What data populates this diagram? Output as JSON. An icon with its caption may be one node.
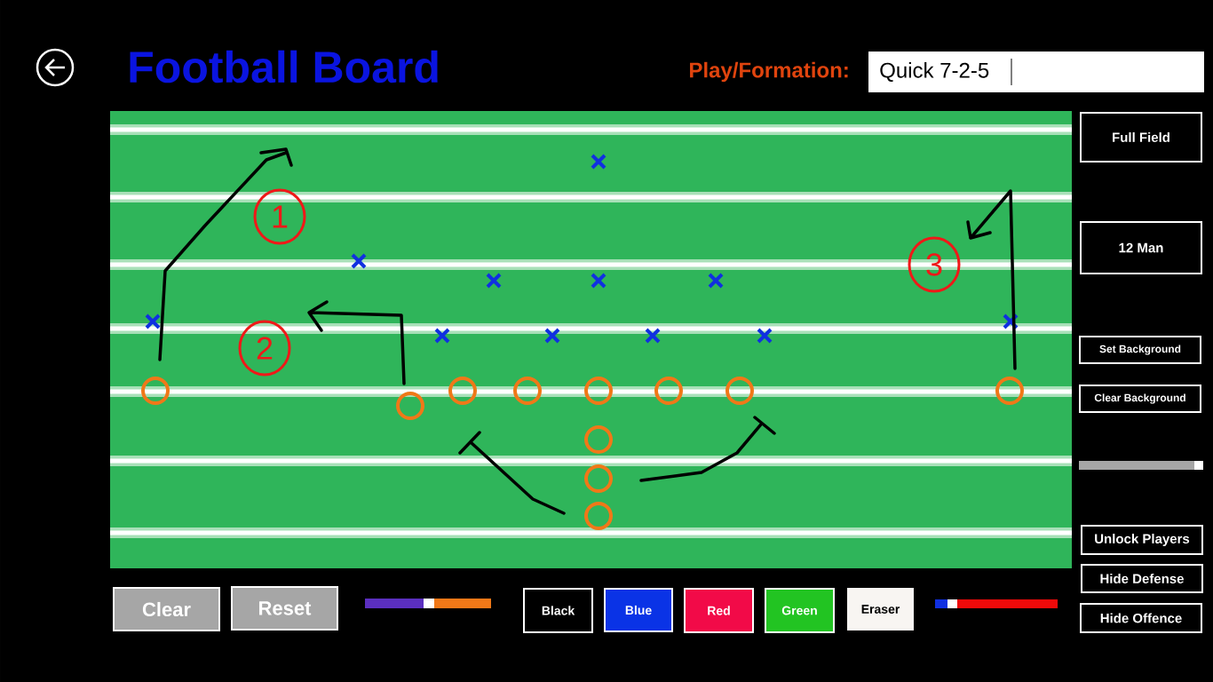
{
  "diagram": {
    "title": "Football Board",
    "nodes": [
      {
        "text": [
          "Full Field"
        ]
      },
      {
        "text": [
          "12 Man"
        ]
      },
      {
        "text": [
          "Set Background"
        ]
      },
      {
        "text": [
          "Clear Background"
        ]
      },
      {
        "text": [
          "Unlock Players"
        ]
      },
      {
        "text": [
          "Hide Defense"
        ]
      },
      {
        "text": [
          "Hide Offence"
        ]
      },
      {
        "text": [
          "Clear"
        ]
      },
      {
        "text": [
          "Reset"
        ]
      },
      {
        "text": [
          "Black"
        ]
      },
      {
        "text": [
          "Blue"
        ]
      },
      {
        "text": [
          "Red"
        ]
      },
      {
        "text": [
          "Green"
        ]
      },
      {
        "text": [
          "Eraser"
        ]
      }
    ],
    "labels": [
      "Play/Formation:",
      "Quick 7-2-5",
      "1",
      "2",
      "3"
    ]
  }
}
